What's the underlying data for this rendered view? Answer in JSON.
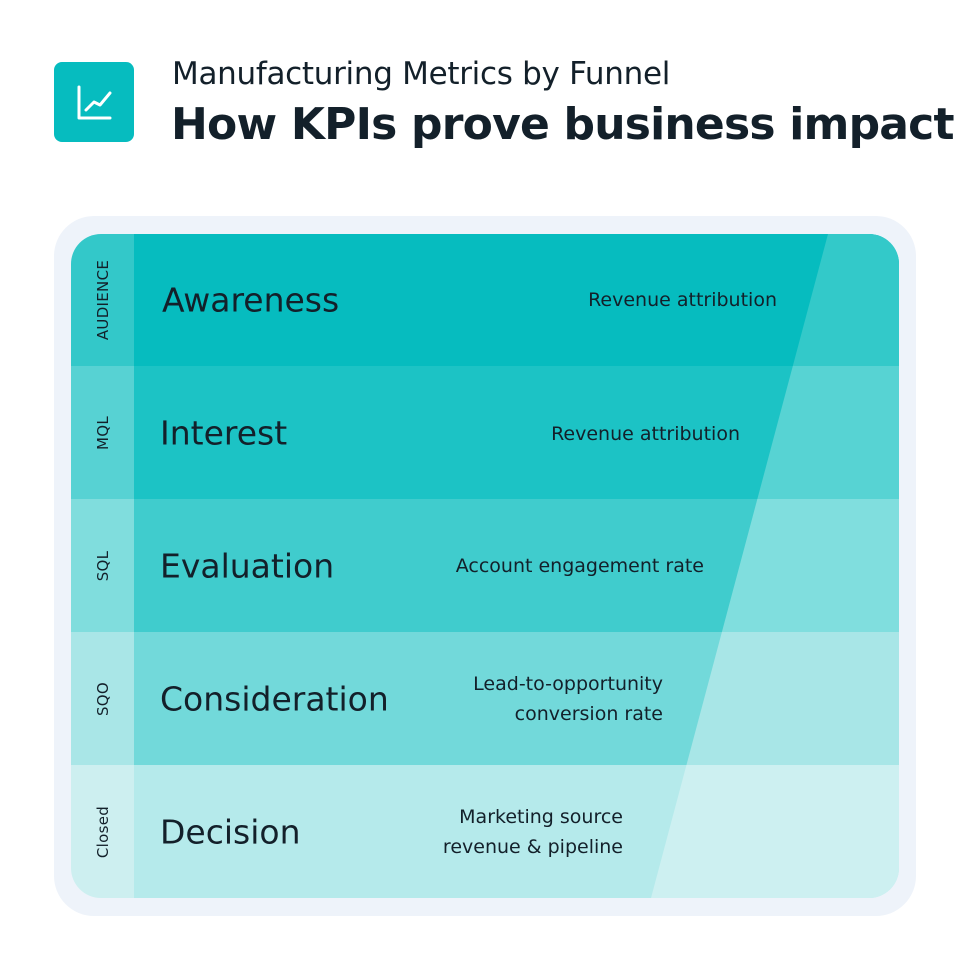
{
  "header": {
    "icon": "line-chart-icon",
    "subtitle": "Manufacturing Metrics by Funnel",
    "title": "How KPIs prove business impact"
  },
  "colors": {
    "brand": "#06bcbf",
    "frame": "#eef3fa",
    "text": "#13202a"
  },
  "funnel": {
    "rows": [
      {
        "label": "AUDIENCE",
        "stage": "Awareness",
        "metric_line1": "Revenue attribution",
        "metric_line2": "",
        "label_bg": "#33c8c9",
        "main_bg": "#06bcbf",
        "right_bg": "#33c9c9"
      },
      {
        "label": "MQL",
        "stage": "Interest",
        "metric_line1": "Revenue attribution",
        "metric_line2": "",
        "label_bg": "#57d2d3",
        "main_bg": "#1cc3c5",
        "right_bg": "#57d3d3"
      },
      {
        "label": "SQL",
        "stage": "Evaluation",
        "metric_line1": "Account engagement rate",
        "metric_line2": "",
        "label_bg": "#80dddd",
        "main_bg": "#40cccd",
        "right_bg": "#80dede"
      },
      {
        "label": "SQO",
        "stage": "Consideration",
        "metric_line1": "Lead-to-opportunity",
        "metric_line2": "conversion rate",
        "label_bg": "#a9e6e7",
        "main_bg": "#72d9da",
        "right_bg": "#a8e6e7"
      },
      {
        "label": "Closed",
        "stage": "Decision",
        "metric_line1": "Marketing source",
        "metric_line2": "revenue & pipeline",
        "label_bg": "#cdeff0",
        "main_bg": "#b5eaeb",
        "right_bg": "#cdf0f1"
      }
    ]
  }
}
